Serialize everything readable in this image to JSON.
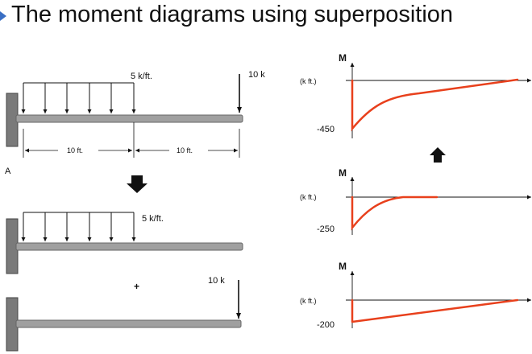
{
  "title": "The moment diagrams using superposition",
  "colors": {
    "curve": "#e8401c",
    "wall": "#7a7a7a",
    "beam": "#9e9e9e",
    "bullet": "#3a6fc4"
  },
  "beams": {
    "combined": {
      "distributed_load": "5 k/ft.",
      "point_load": "10 k",
      "dim_left": "10 ft.",
      "dim_right": "10 ft.",
      "support_label": "A"
    },
    "case1": {
      "distributed_load": "5 k/ft."
    },
    "case2": {
      "point_load": "10 k"
    },
    "plus_sign": "+"
  },
  "moment_diagrams": {
    "combined": {
      "axis_label": "M",
      "unit_label": "(k ft.)",
      "min_label": "-450"
    },
    "case1": {
      "axis_label": "M",
      "unit_label": "(k ft.)",
      "min_label": "-250"
    },
    "case2": {
      "axis_label": "M",
      "unit_label": "(k ft.)",
      "min_label": "-200"
    }
  }
}
